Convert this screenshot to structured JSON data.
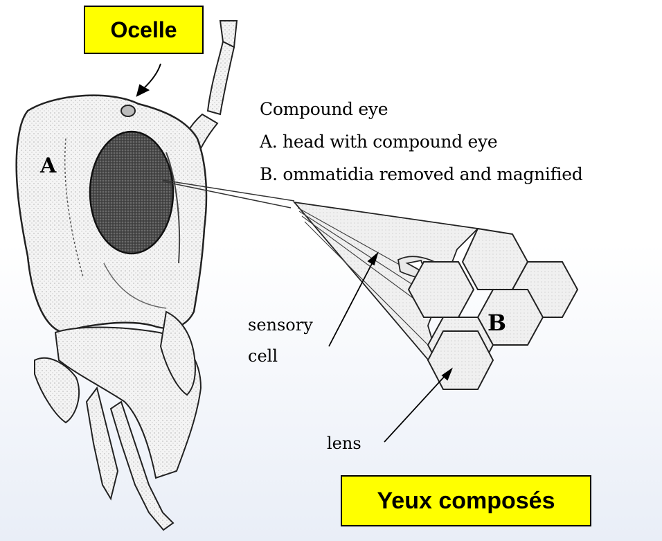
{
  "labels": {
    "ocelle": "Ocelle",
    "yeux": "Yeux composés",
    "caption_title": "Compound eye",
    "caption_a": "A. head with compound eye",
    "caption_b": "B. ommatidia removed and magnified",
    "part_a": "A",
    "part_b": "B",
    "sensory": "sensory",
    "cell": "cell",
    "lens": "lens"
  },
  "colors": {
    "box_fill": "#ffff00",
    "ink": "#000000",
    "eye_fill": "#3a3a3a",
    "sketch_fill": "#f3f3f3"
  }
}
